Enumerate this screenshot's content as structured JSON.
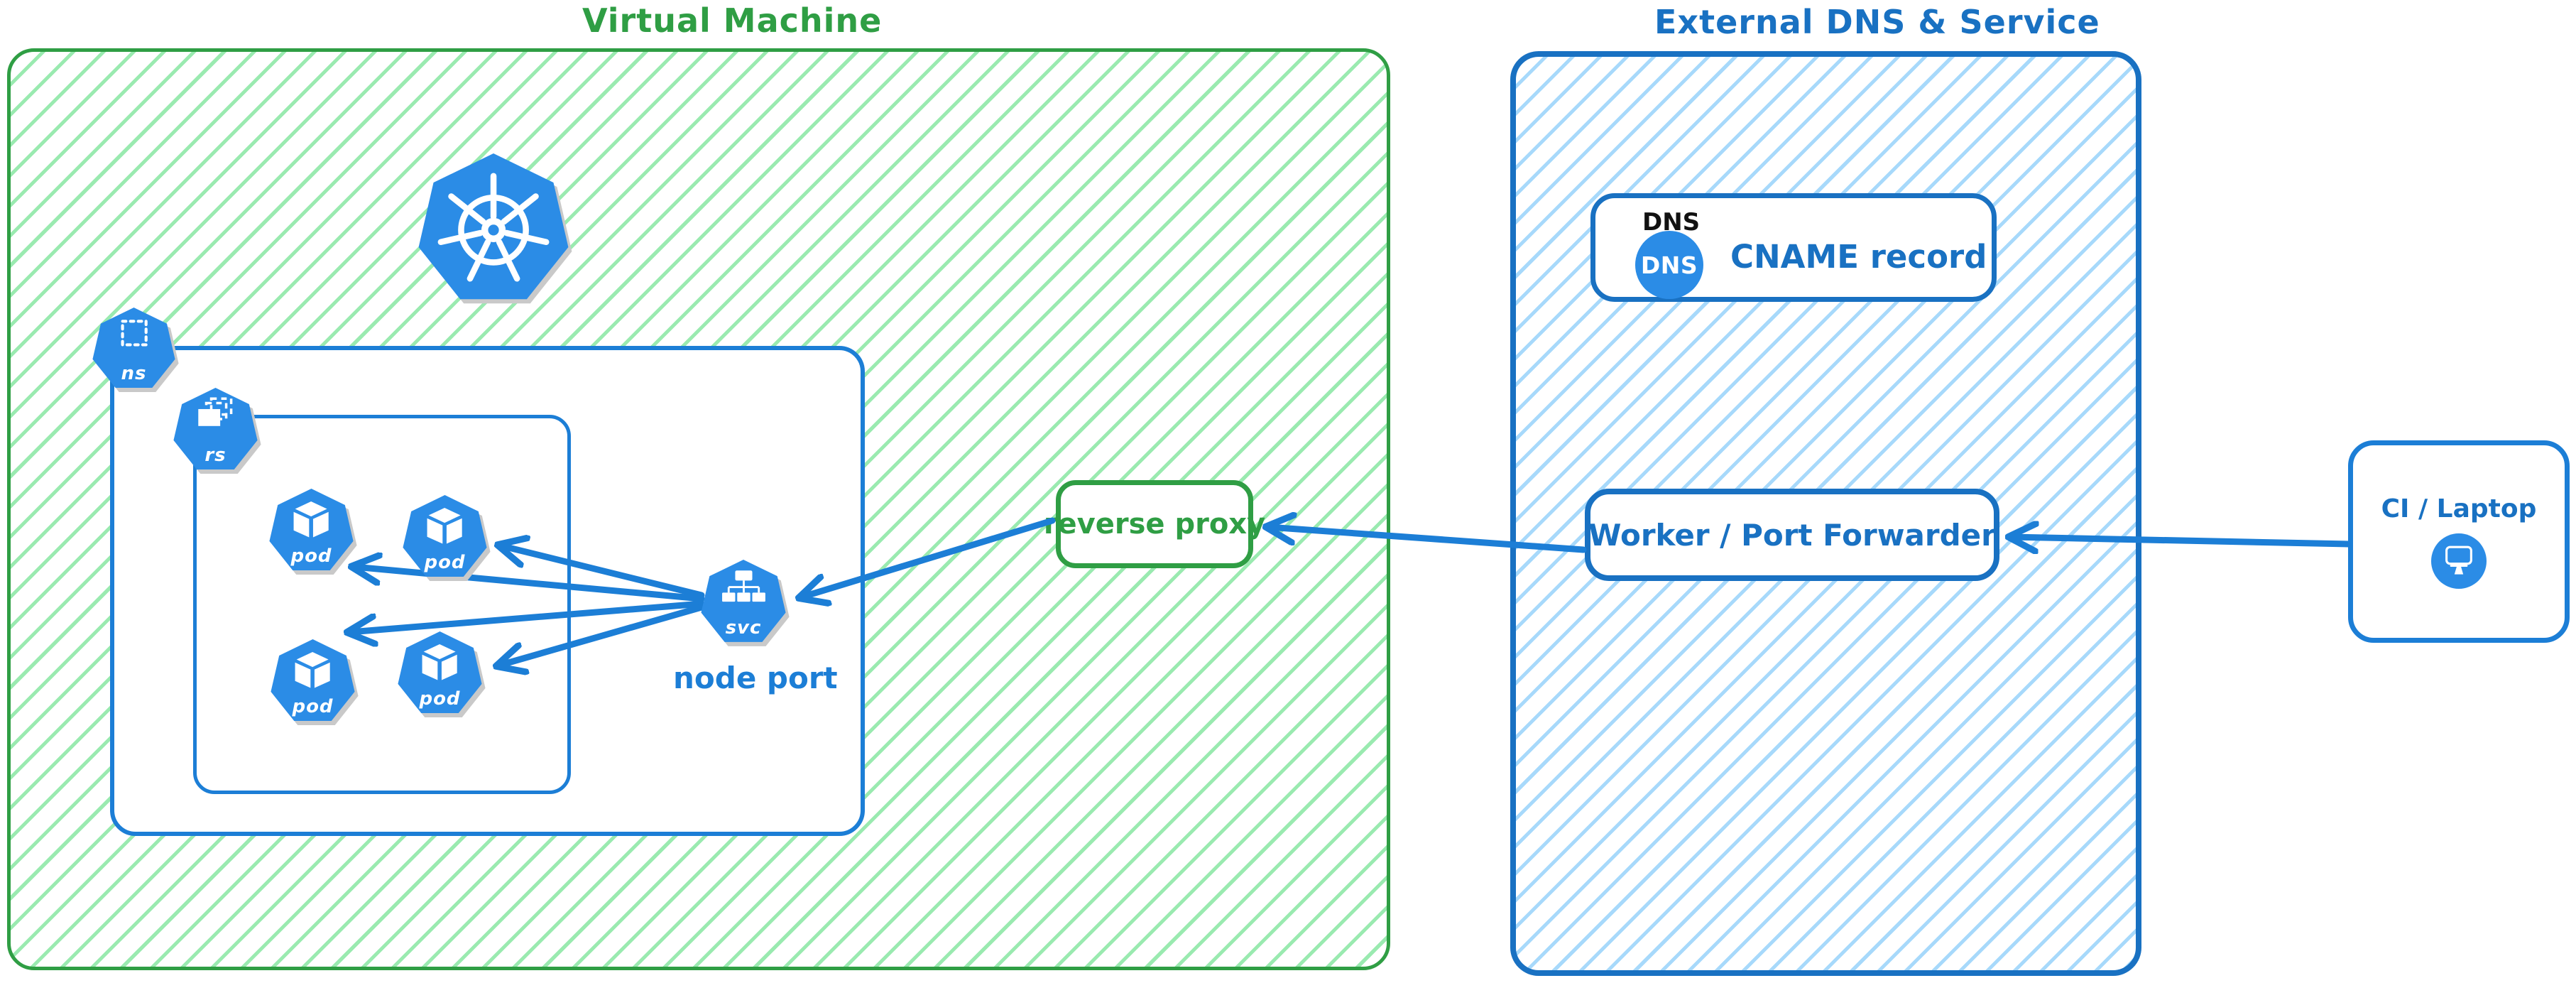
{
  "diagram": {
    "vm": {
      "title": "Virtual Machine"
    },
    "namespace": {
      "label": "ns"
    },
    "replicaset": {
      "label": "rs"
    },
    "pods": [
      {
        "label": "pod"
      },
      {
        "label": "pod"
      },
      {
        "label": "pod"
      },
      {
        "label": "pod"
      }
    ],
    "service": {
      "label": "svc",
      "caption": "node port"
    },
    "reverse_proxy": {
      "label": "reverse proxy"
    },
    "external": {
      "title": "External DNS & Service",
      "dns_record": {
        "tag": "DNS",
        "icon_label": "DNS",
        "label": "CNAME record"
      },
      "worker": {
        "label": "Worker / Port Forwarder"
      }
    },
    "ci": {
      "label": "CI / Laptop"
    },
    "colors": {
      "green_border": "#2f9e44",
      "green_hatch": "#9aeab0",
      "blue_border": "#1971c2",
      "blue_hatch": "#a7d9fb",
      "arrow_blue": "#1c7ed6",
      "icon_blue": "#2b8ce6"
    }
  }
}
